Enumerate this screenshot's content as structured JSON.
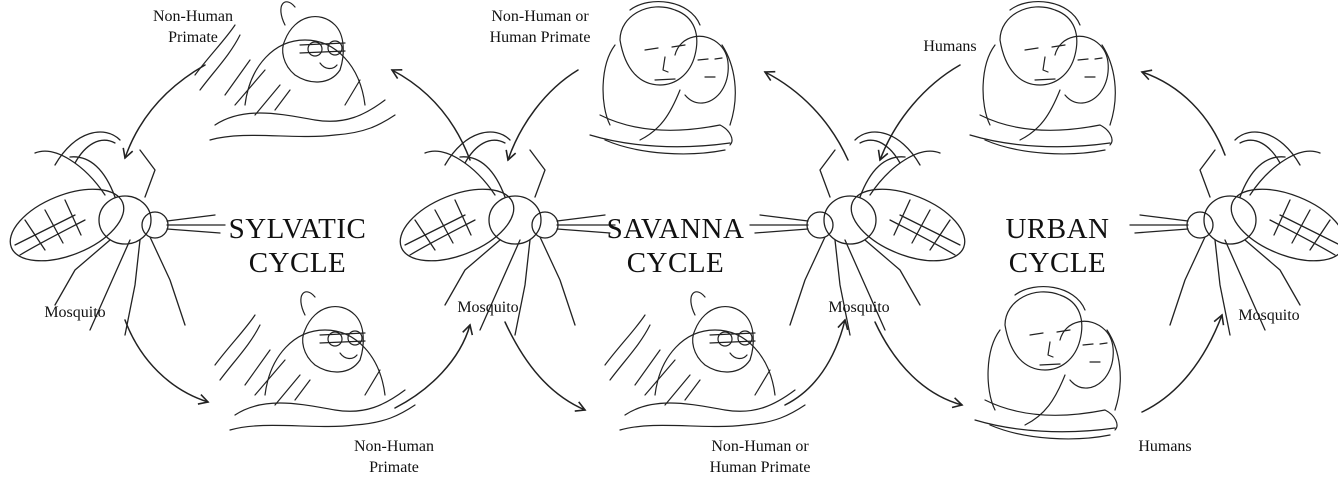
{
  "cycles": {
    "sylvatic": {
      "line1": "SYLVATIC",
      "line2": "CYCLE"
    },
    "savanna": {
      "line1": "SAVANNA",
      "line2": "CYCLE"
    },
    "urban": {
      "line1": "URBAN",
      "line2": "CYCLE"
    }
  },
  "labels": {
    "sylvatic_top": {
      "line1": "Non-Human",
      "line2": "Primate"
    },
    "sylvatic_bottom": {
      "line1": "Non-Human",
      "line2": "Primate"
    },
    "savanna_top": {
      "line1": "Non-Human or",
      "line2": "Human Primate"
    },
    "savanna_bottom": {
      "line1": "Non-Human or",
      "line2": "Human Primate"
    },
    "urban_top": "Humans",
    "urban_bottom": "Humans",
    "mosquito_1": "Mosquito",
    "mosquito_2": "Mosquito",
    "mosquito_3": "Mosquito",
    "mosquito_4": "Mosquito"
  },
  "icons": {
    "mosquito": "mosquito-sketch-icon",
    "primate": "monkey-sketch-icon",
    "humans": "human-couple-sketch-icon"
  }
}
